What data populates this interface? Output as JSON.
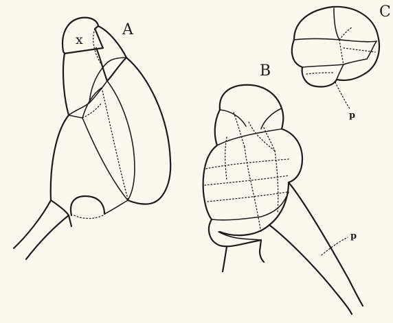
{
  "figure": {
    "labels": {
      "a": "A",
      "b": "B",
      "c": "C",
      "x": "x",
      "p_c": "p",
      "p_b": "p"
    }
  }
}
